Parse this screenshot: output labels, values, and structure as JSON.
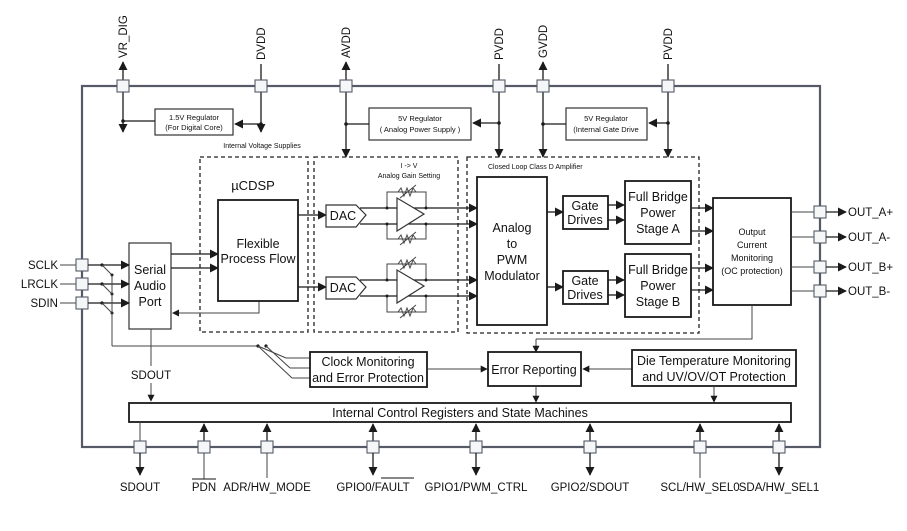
{
  "top_pins": [
    {
      "label": "VR_DIG",
      "direction": "out"
    },
    {
      "label": "DVDD",
      "direction": "in"
    },
    {
      "label": "AVDD",
      "direction": "out"
    },
    {
      "label": "PVDD",
      "direction": "in"
    },
    {
      "label": "GVDD",
      "direction": "out"
    },
    {
      "label": "PVDD",
      "direction": "in"
    }
  ],
  "left_pins": [
    {
      "label": "SCLK"
    },
    {
      "label": "LRCLK"
    },
    {
      "label": "SDIN"
    }
  ],
  "right_pins": [
    {
      "label": "OUT_A+"
    },
    {
      "label": "OUT_A-"
    },
    {
      "label": "OUT_B+"
    },
    {
      "label": "OUT_B-"
    }
  ],
  "bottom_pins": [
    {
      "label": "SDOUT",
      "direction": "out"
    },
    {
      "label": "PDN",
      "direction": "in",
      "overline": true
    },
    {
      "label": "ADR/HW_MODE",
      "direction": "in"
    },
    {
      "label": "GPIO0/",
      "label_overline": "FAULT",
      "direction": "bidir"
    },
    {
      "label": "GPIO1/PWM_CTRL",
      "direction": "bidir"
    },
    {
      "label": "GPIO2/SDOUT",
      "direction": "bidir"
    },
    {
      "label": "SCL/HW_SEL0",
      "direction": "in"
    },
    {
      "label": "SDA/HW_SEL1",
      "direction": "bidir"
    }
  ],
  "regulators": {
    "digital": {
      "line1": "1.5V Regulator",
      "line2": "(For Digital Core)"
    },
    "analog": {
      "line1": "5V Regulator",
      "line2": "( Analog Power Supply )"
    },
    "gate": {
      "line1": "5V Regulator",
      "line2": "(Internal Gate Drive"
    }
  },
  "labels": {
    "internal_supplies": "Internal Voltage Supplies",
    "ucdsp": "µCDSP",
    "i_to_v": "I -> V",
    "analog_gain": "Analog Gain Setting",
    "class_d": "Closed Loop Class D Amplifier",
    "sdout_internal": "SDOUT"
  },
  "blocks": {
    "serial_audio_port": [
      "Serial",
      "Audio",
      "Port"
    ],
    "flexible_process_flow": [
      "Flexible",
      "Process Flow"
    ],
    "dac": "DAC",
    "pwm_modulator": [
      "Analog",
      "to",
      "PWM",
      "Modulator"
    ],
    "gate_drives": [
      "Gate",
      "Drives"
    ],
    "full_bridge_a": [
      "Full Bridge",
      "Power",
      "Stage A"
    ],
    "full_bridge_b": [
      "Full Bridge",
      "Power",
      "Stage B"
    ],
    "output_current": [
      "Output",
      "Current",
      "Monitoring",
      "(OC protection)"
    ],
    "clock_monitoring": [
      "Clock Monitoring",
      "and Error Protection"
    ],
    "error_reporting": "Error Reporting",
    "die_temp": [
      "Die Temperature Monitoring",
      "and UV/OV/OT Protection"
    ],
    "control_registers": "Internal Control Registers and State Machines"
  }
}
